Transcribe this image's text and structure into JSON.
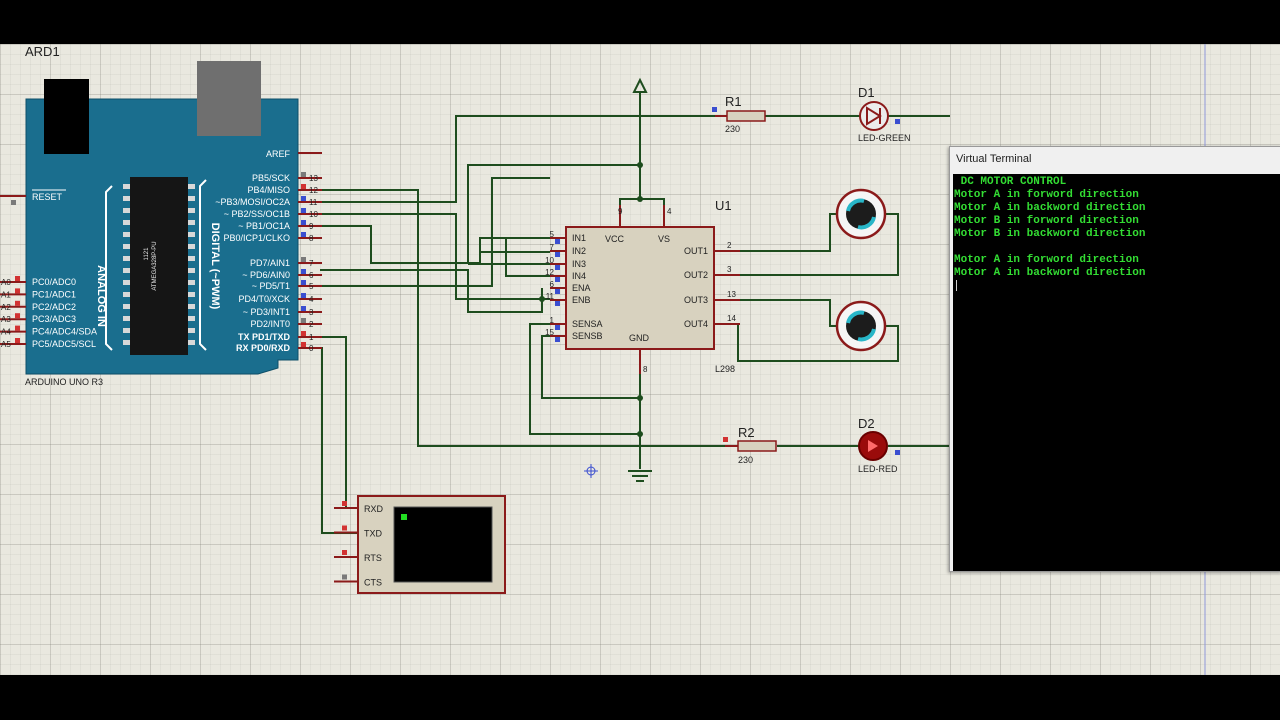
{
  "arduino": {
    "ref": "ARD1",
    "model": "ARDUINO UNO R3",
    "chip": "ATMEGA328P-PU",
    "chip_code": "1121",
    "reset": "RESET",
    "analog_label": "ANALOG IN",
    "digital_label": "DIGITAL (~PWM)",
    "aref": "AREF",
    "right_pins": [
      {
        "name": "PB5/SCK",
        "num": "13"
      },
      {
        "name": "PB4/MISO",
        "num": "12"
      },
      {
        "name": "~PB3/MOSI/OC2A",
        "num": "11"
      },
      {
        "name": "~ PB2/SS/OC1B",
        "num": "10"
      },
      {
        "name": "~ PB1/OC1A",
        "num": "9"
      },
      {
        "name": "PB0/ICP1/CLKO",
        "num": "8"
      },
      {
        "name": "PD7/AIN1",
        "num": "7"
      },
      {
        "name": "~ PD6/AIN0",
        "num": "6"
      },
      {
        "name": "~ PD5/T1",
        "num": "5"
      },
      {
        "name": "PD4/T0/XCK",
        "num": "4"
      },
      {
        "name": "~ PD3/INT1",
        "num": "3"
      },
      {
        "name": "PD2/INT0",
        "num": "2"
      },
      {
        "name": "TX PD1/TXD",
        "num": "1"
      },
      {
        "name": "RX PD0/RXD",
        "num": "0"
      }
    ],
    "left_pins": [
      {
        "pin": "A0",
        "name": "PC0/ADC0"
      },
      {
        "pin": "A1",
        "name": "PC1/ADC1"
      },
      {
        "pin": "A2",
        "name": "PC2/ADC2"
      },
      {
        "pin": "A3",
        "name": "PC3/ADC3"
      },
      {
        "pin": "A4",
        "name": "PC4/ADC4/SDA"
      },
      {
        "pin": "A5",
        "name": "PC5/ADC5/SCL"
      }
    ]
  },
  "driver": {
    "ref": "U1",
    "model": "L298",
    "vcc": "VCC",
    "vs": "VS",
    "gnd": "GND",
    "vcc_pin": "9",
    "vs_pin": "4",
    "gnd_pin": "8",
    "left_pins": [
      {
        "num": "5",
        "name": "IN1"
      },
      {
        "num": "7",
        "name": "IN2"
      },
      {
        "num": "10",
        "name": "IN3"
      },
      {
        "num": "12",
        "name": "IN4"
      },
      {
        "num": "6",
        "name": "ENA"
      },
      {
        "num": "11",
        "name": "ENB"
      },
      {
        "num": "1",
        "name": "SENSA"
      },
      {
        "num": "15",
        "name": "SENSB"
      }
    ],
    "right_pins": [
      {
        "num": "2",
        "name": "OUT1"
      },
      {
        "num": "3",
        "name": "OUT2"
      },
      {
        "num": "13",
        "name": "OUT3"
      },
      {
        "num": "14",
        "name": "OUT4"
      }
    ]
  },
  "r1": {
    "ref": "R1",
    "value": "230"
  },
  "r2": {
    "ref": "R2",
    "value": "230"
  },
  "d1": {
    "ref": "D1",
    "model": "LED-GREEN"
  },
  "d2": {
    "ref": "D2",
    "model": "LED-RED"
  },
  "serial": {
    "pins": [
      "RXD",
      "TXD",
      "RTS",
      "CTS"
    ]
  },
  "terminal": {
    "title": "Virtual Terminal",
    "lines": [
      " DC MOTOR CONTROL",
      "Motor A in forword direction",
      "Motor A in backword direction",
      "Motor B in forword direction",
      "Motor B in backword direction",
      "",
      "Motor A in forword direction",
      "Motor A in backword direction"
    ]
  },
  "colors": {
    "arduino_board": "#1a6e8e",
    "wire": "#1e4d1e",
    "component": "#8b1a1a",
    "terminal_text": "#33dd33",
    "terminal_bg": "#000000"
  }
}
